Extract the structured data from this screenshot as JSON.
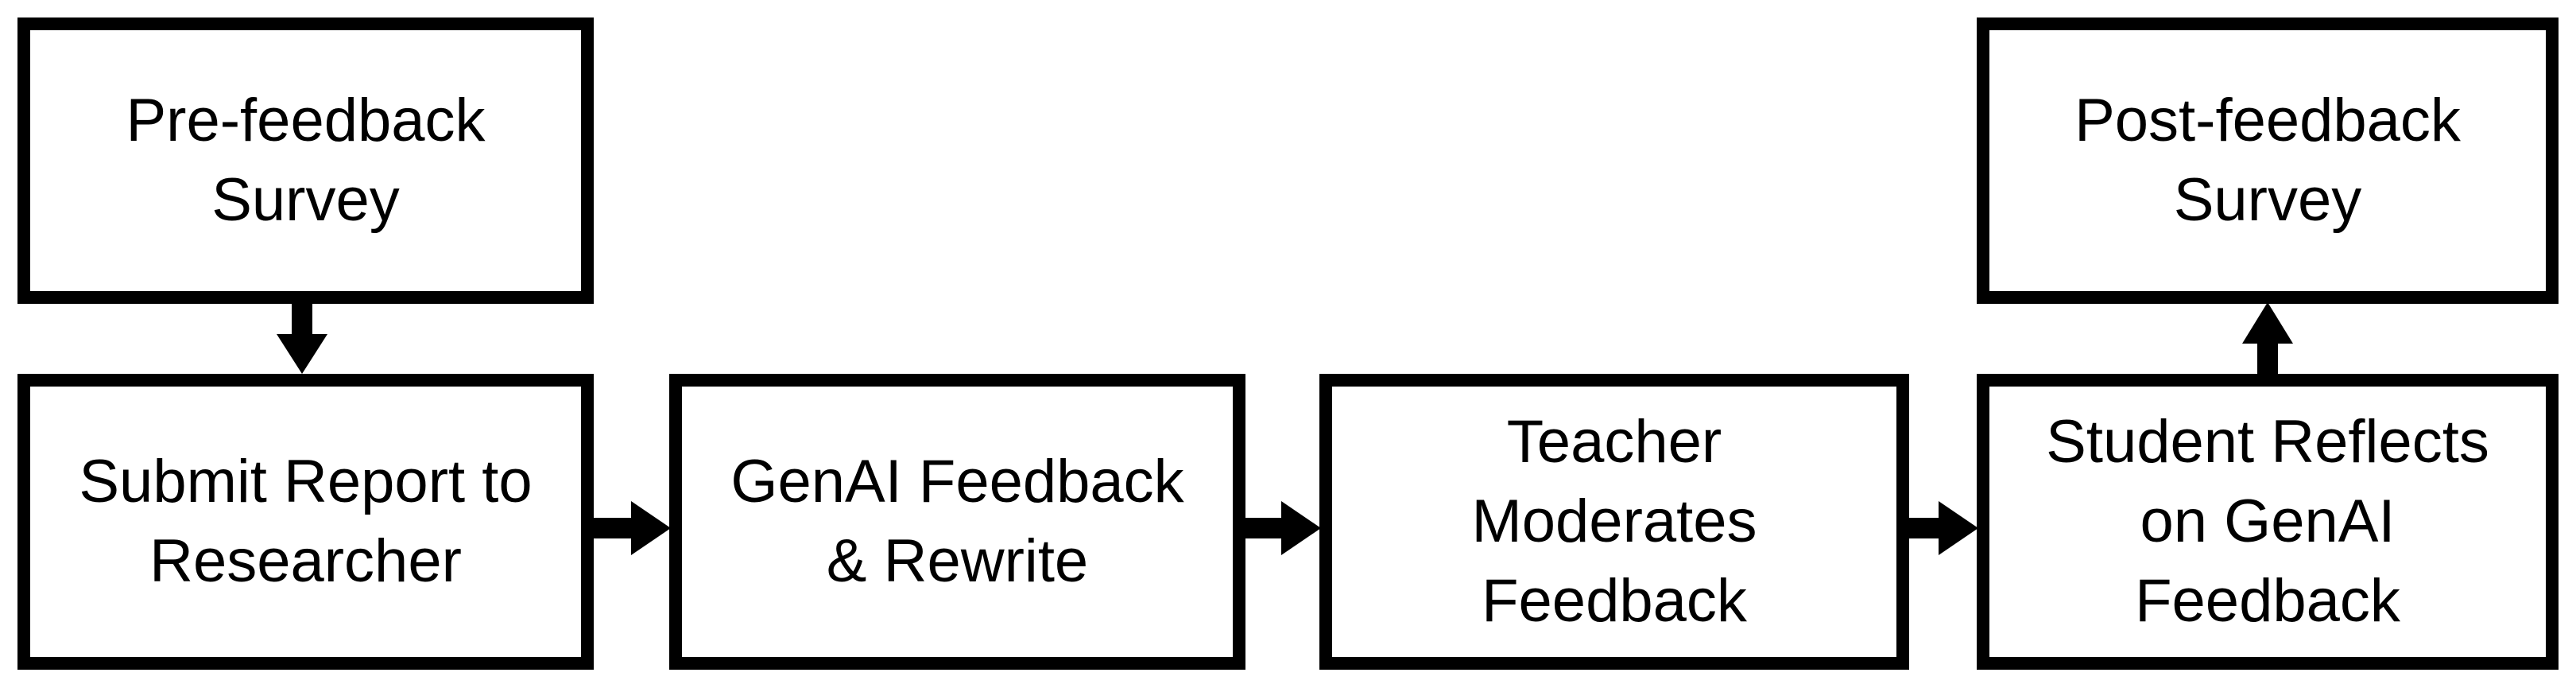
{
  "diagram": {
    "colors": {
      "stroke": "#000000",
      "fill": "#ffffff",
      "text": "#000000"
    },
    "boxes": [
      {
        "id": "pre-feedback-survey",
        "label": "Pre-feedback\nSurvey"
      },
      {
        "id": "submit-report",
        "label": "Submit Report to\nResearcher"
      },
      {
        "id": "genai-feedback",
        "label": "GenAI Feedback\n& Rewrite"
      },
      {
        "id": "teacher-moderates",
        "label": "Teacher\nModerates\nFeedback"
      },
      {
        "id": "student-reflects",
        "label": "Student Reflects\non GenAI\nFeedback"
      },
      {
        "id": "post-feedback-survey",
        "label": "Post-feedback\nSurvey"
      }
    ]
  }
}
